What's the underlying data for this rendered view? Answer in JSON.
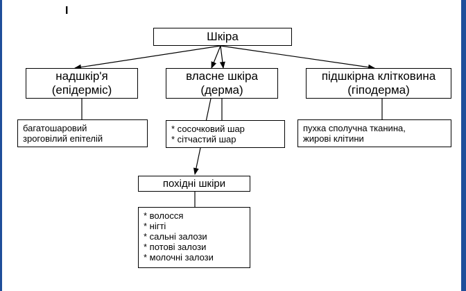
{
  "slide": {
    "marker": "I"
  },
  "diagram": {
    "root": "Шкіра",
    "branches": [
      {
        "title_line1": "надшкір'я",
        "title_line2": "(епідерміс)",
        "details": [
          "багатошаровий",
          "зроговілий епітелій"
        ]
      },
      {
        "title_line1": "власне шкіра",
        "title_line2": "(дерма)",
        "details": [
          "* сосочковий шар",
          "* сітчастий шар"
        ]
      },
      {
        "title_line1": "підшкірна клітковина",
        "title_line2": "(гіподерма)",
        "details": [
          "пухка сполучна тканина,",
          "жирові клітини"
        ]
      }
    ],
    "derivatives": {
      "title": "похідні шкіри",
      "items": [
        "* волосся",
        "* нігті",
        "* сальні залози",
        "* потові залози",
        "* молочні залози"
      ]
    }
  }
}
